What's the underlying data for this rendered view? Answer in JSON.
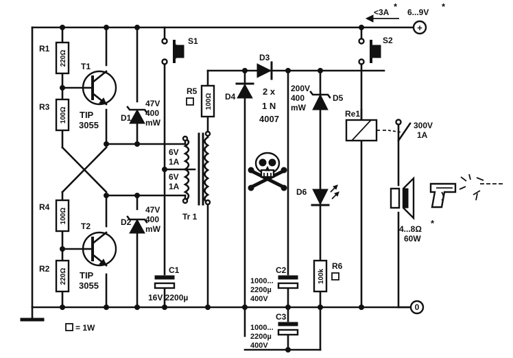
{
  "labels": {
    "r1": "R1",
    "r1_val": "220Ω",
    "r2": "R2",
    "r2_val": "220Ω",
    "r3": "R3",
    "r3_val": "100Ω",
    "r4": "R4",
    "r4_val": "100Ω",
    "r5": "R5",
    "r5_val": "100Ω",
    "r6": "R6",
    "r6_val": "100k",
    "t1": "T1",
    "t2": "T2",
    "tip": "TIP",
    "tip_num": "3055",
    "d1": "D1",
    "d2": "D2",
    "zener_v": "47V",
    "zener_i": "400",
    "zener_p": "mW",
    "d3": "D3",
    "d4": "D4",
    "d34_a": "2 x",
    "d34_b": "1 N",
    "d34_c": "4007",
    "d5": "D5",
    "d5_v": "200V",
    "d5_i": "400",
    "d5_p": "mW",
    "d6": "D6",
    "s1": "S1",
    "s2": "S2",
    "tr1": "Tr 1",
    "sec_v": "6V",
    "sec_a": "1A",
    "c1": "C1",
    "c1_val": "16V 2200µ",
    "c2": "C2",
    "c3": "C3",
    "c_val1": "1000...",
    "c_val2": "2200µ",
    "c_val3": "400V",
    "re1": "Re1",
    "contact_v": "300V",
    "contact_a": "1A",
    "speaker": "4...8Ω",
    "speaker_p": "60W",
    "current": "<3A",
    "voltage": "6...9V",
    "asterisk": "*",
    "plus": "+",
    "zero": "0",
    "legend": "= 1W"
  }
}
